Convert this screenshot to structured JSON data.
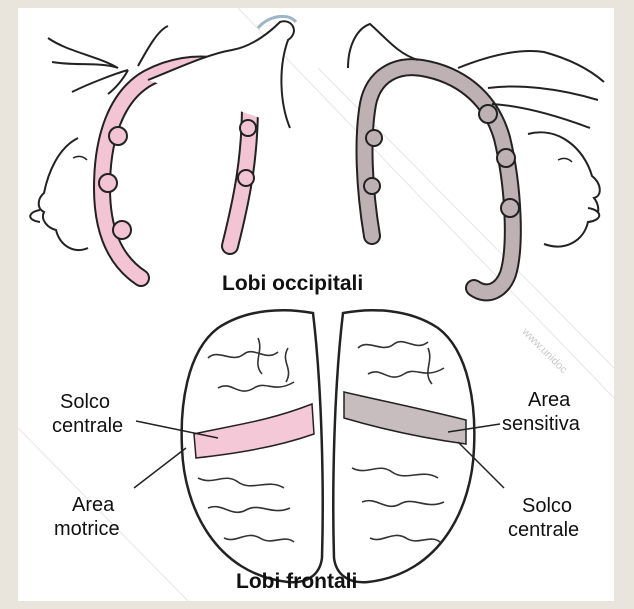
{
  "colors": {
    "sensory_homunculus_strip": "#f2c4d4",
    "motor_homunculus_strip": "#bdb1b4",
    "motor_area": "#f4c8d6",
    "sensory_area": "#c7bcbe",
    "outline": "#222222",
    "background": "#e9e5dd"
  },
  "labels": {
    "occipital_title": "Lobi occipitali",
    "frontal_title": "Lobi frontali",
    "left_sulcus_line1": "Solco",
    "left_sulcus_line2": "centrale",
    "left_area_line1": "Area",
    "left_area_line2": "motrice",
    "right_area_line1": "Area",
    "right_area_line2": "sensitiva",
    "right_sulcus_line1": "Solco",
    "right_sulcus_line2": "centrale"
  },
  "watermark": "www.unidoc"
}
